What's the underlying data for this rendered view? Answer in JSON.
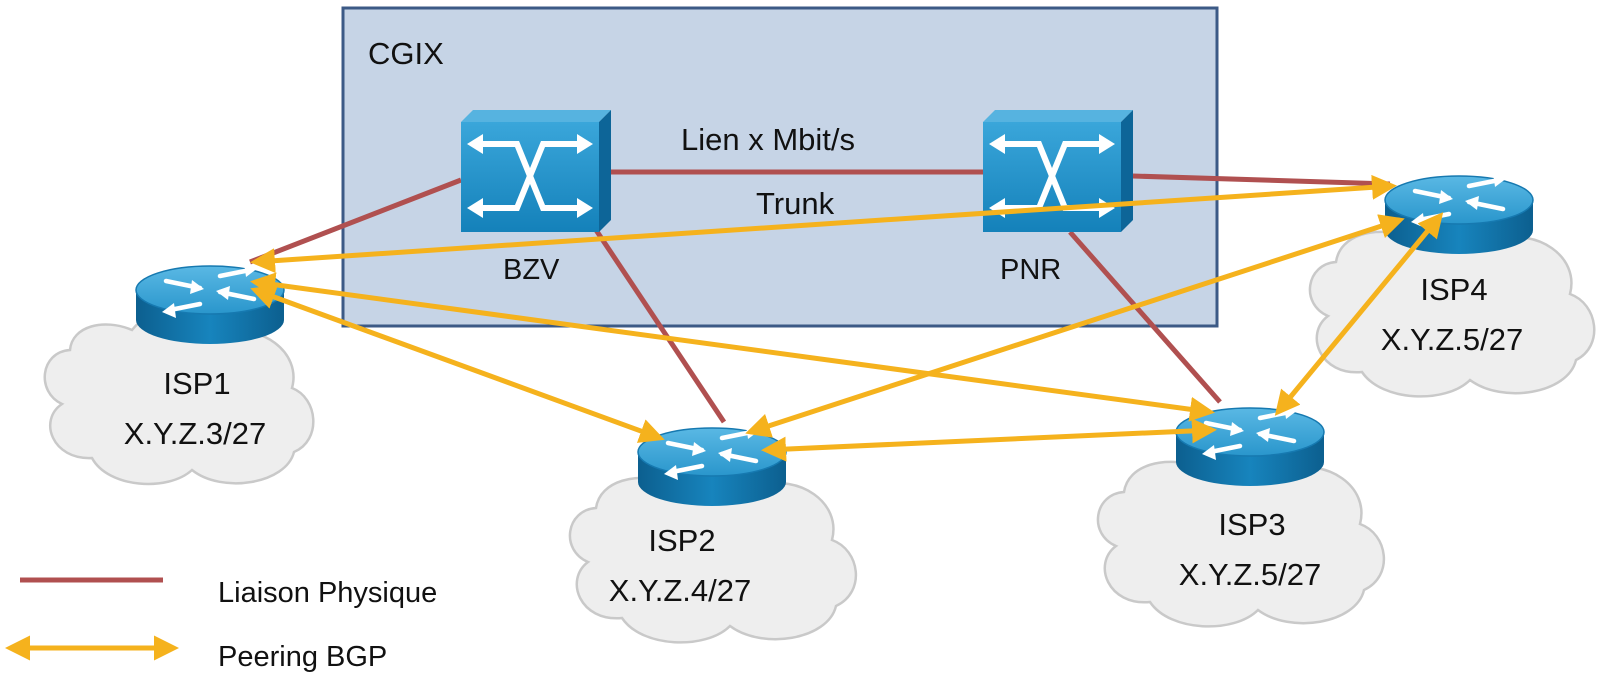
{
  "exchange": {
    "label": "CGIX"
  },
  "switches": [
    {
      "id": "bzv",
      "label": "BZV"
    },
    {
      "id": "pnr",
      "label": "PNR"
    }
  ],
  "link_labels": {
    "capacity": "Lien x Mbit/s",
    "trunk": "Trunk"
  },
  "isps": [
    {
      "id": "isp1",
      "name": "ISP1",
      "address": "X.Y.Z.3/27"
    },
    {
      "id": "isp2",
      "name": "ISP2",
      "address": "X.Y.Z.4/27"
    },
    {
      "id": "isp3",
      "name": "ISP3",
      "address": "X.Y.Z.5/27"
    },
    {
      "id": "isp4",
      "name": "ISP4",
      "address": "X.Y.Z.5/27"
    }
  ],
  "physical_links": [
    [
      "bzv",
      "pnr"
    ],
    [
      "bzv",
      "isp1"
    ],
    [
      "bzv",
      "isp2"
    ],
    [
      "pnr",
      "isp3"
    ],
    [
      "pnr",
      "isp4"
    ]
  ],
  "bgp_peerings": [
    [
      "isp1",
      "isp4"
    ],
    [
      "isp1",
      "isp2"
    ],
    [
      "isp1",
      "isp3"
    ],
    [
      "isp2",
      "isp3"
    ],
    [
      "isp2",
      "isp4"
    ],
    [
      "isp3",
      "isp4"
    ]
  ],
  "legend": {
    "physical": "Liaison Physique",
    "bgp": "Peering BGP"
  },
  "colors": {
    "exchange_fill": "#c6d4e6",
    "exchange_border": "#3c5a86",
    "physical_link": "#b05050",
    "bgp_peering": "#f5b21d",
    "device_blue": "#1e8fc7",
    "cloud_fill": "#eeeeee",
    "cloud_stroke": "#c9c9c9"
  }
}
